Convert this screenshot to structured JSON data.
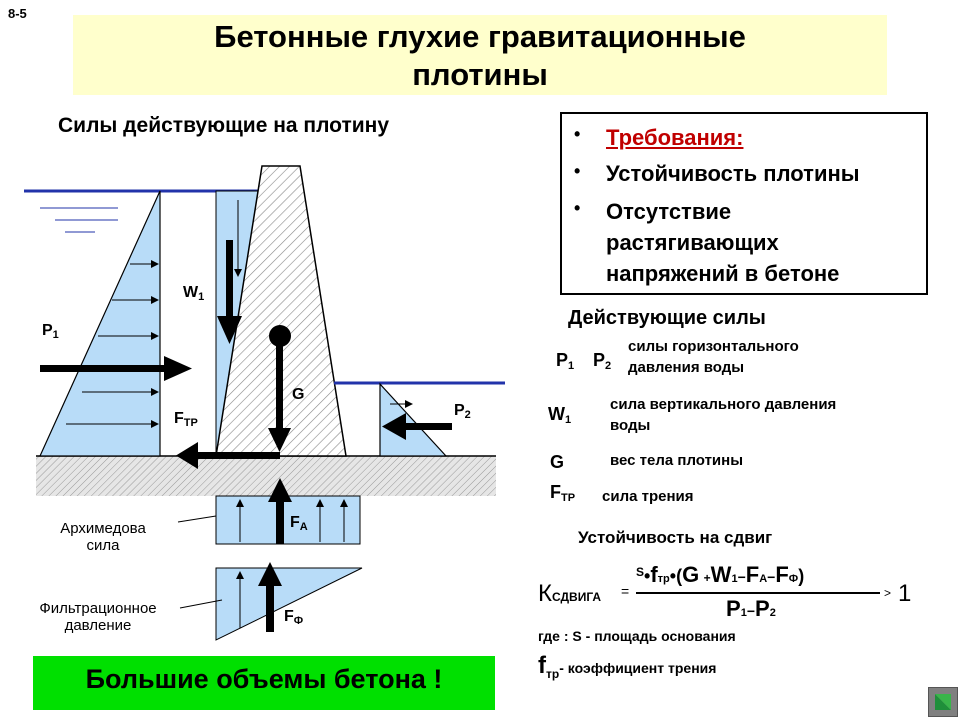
{
  "slide_number": "8-5",
  "title_line1": "Бетонные глухие гравитационные",
  "title_line2": "плотины",
  "subtitle": "Силы действующие на плотину",
  "requirements": {
    "heading": "Требования:",
    "item1": "Устойчивость плотины",
    "item2_line1": "Отсутствие",
    "item2_line2": "растягивающих",
    "item2_line3": "напряжений в бетоне",
    "bullet": "•"
  },
  "acting_forces": {
    "title": "Действующие силы",
    "p1": "P",
    "p1_sub": "1",
    "p2": "P",
    "p2_sub": "2",
    "p_desc_line1": "силы горизонтального",
    "p_desc_line2": "давления воды",
    "w1": "W",
    "w1_sub": "1",
    "w_desc_line1": "сила вертикального давления",
    "w_desc_line2": "воды",
    "g": "G",
    "g_desc": "вес тела плотины",
    "ftr": "F",
    "ftr_sub": "ТР",
    "ftr_desc": "сила трения"
  },
  "stability": {
    "title": "Устойчивость на сдвиг",
    "k": "К",
    "k_sub": "СДВИГА",
    "equals": "=",
    "numerator": {
      "s": "S",
      "dot1": "•",
      "f": "f",
      "f_sub": "тр",
      "dot2": "•",
      "open": "(",
      "g": "G",
      "plus": "+",
      "w": "W",
      "w_sub": "1",
      "minus1": "−",
      "fa": "F",
      "fa_sub": "А",
      "minus2": "−",
      "ff": "F",
      "ff_sub": "Ф",
      "close": ")"
    },
    "denominator": {
      "p1": "P",
      "p1_sub": "1",
      "minus": "−",
      "p2": "P",
      "p2_sub": "2"
    },
    "gt": ">",
    "one": "1",
    "where_prefix": "где : ",
    "where_text": "S - площадь основания",
    "f_symbol": "f",
    "f_sub": "тр",
    "f_text": "- коэффициент трения"
  },
  "diagram": {
    "label_p1": "P",
    "label_p1_sub": "1",
    "label_w1": "W",
    "label_w1_sub": "1",
    "label_g": "G",
    "label_ftr": "F",
    "label_ftr_sub": "ТР",
    "label_p2": "P",
    "label_p2_sub": "2",
    "label_fa": "F",
    "label_fa_sub": "А",
    "label_ff": "F",
    "label_ff_sub": "Ф",
    "archimedes_line1": "Архимедова",
    "archimedes_line2": "сила",
    "filtration_line1": "Фильтрационное",
    "filtration_line2": "давление"
  },
  "bottom_banner": "Большие объемы бетона !",
  "colors": {
    "title_bg": "#ffffcc",
    "water_fill": "#b8dcf8",
    "water_line": "#2233aa",
    "accent_red": "#c00000",
    "banner_green": "#00e000"
  }
}
